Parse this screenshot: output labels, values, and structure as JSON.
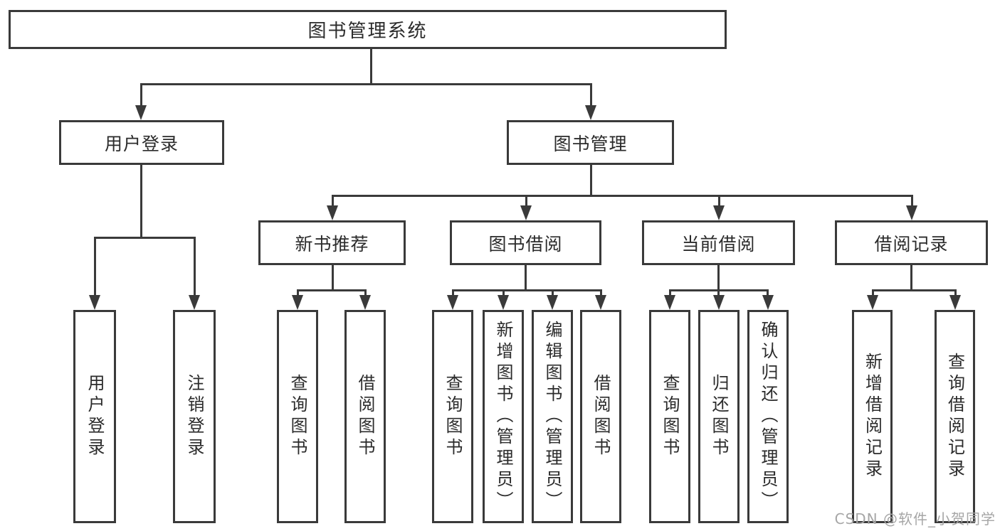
{
  "root": {
    "label": "图书管理系统"
  },
  "branches": {
    "user": {
      "label": "用户登录",
      "children": [
        {
          "label": "用户登录"
        },
        {
          "label": "注销登录"
        }
      ]
    },
    "mgmt": {
      "label": "图书管理",
      "sections": [
        {
          "label": "新书推荐",
          "children": [
            {
              "label": "查询图书"
            },
            {
              "label": "借阅图书"
            }
          ]
        },
        {
          "label": "图书借阅",
          "children": [
            {
              "label": "查询图书"
            },
            {
              "label": "新增图书（管理员）"
            },
            {
              "label": "编辑图书（管理员）"
            },
            {
              "label": "借阅图书"
            }
          ]
        },
        {
          "label": "当前借阅",
          "children": [
            {
              "label": "查询图书"
            },
            {
              "label": "归还图书"
            },
            {
              "label": "确认归还（管理员）"
            }
          ]
        },
        {
          "label": "借阅记录",
          "children": [
            {
              "label": "新增借阅记录"
            },
            {
              "label": "查询借阅记录"
            }
          ]
        }
      ]
    }
  },
  "watermark": {
    "text": "CSDN @软件_小贺同学"
  },
  "colors": {
    "line": "#3a3a3a",
    "text": "#2b2b2b",
    "watermark": "#a6a6a6",
    "background": "#ffffff"
  }
}
